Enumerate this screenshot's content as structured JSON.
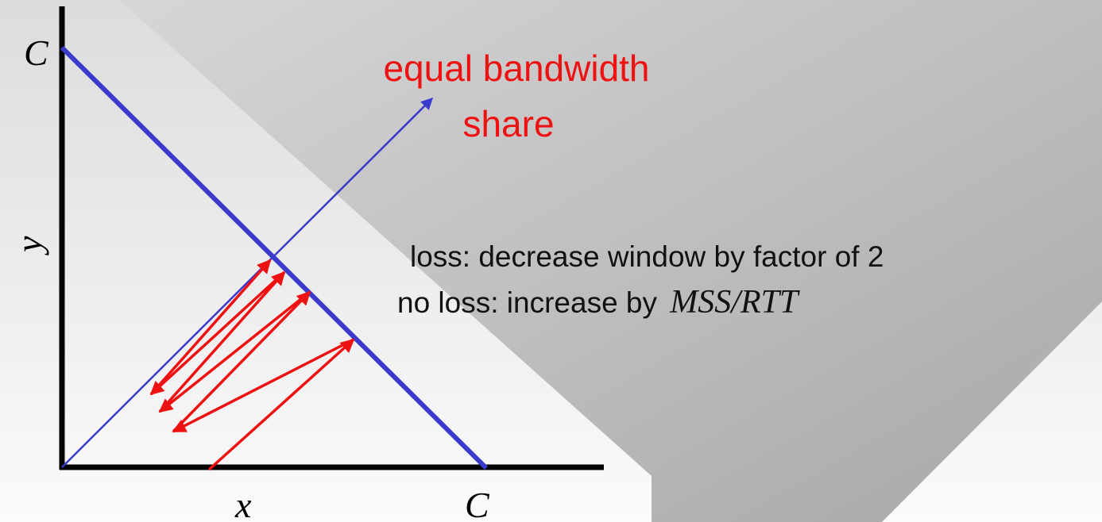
{
  "labels": {
    "c_top": "C",
    "c_bottom": "C",
    "x_axis": "x",
    "y_axis": "y",
    "equal_share_line1": "equal bandwidth",
    "equal_share_line2": "share",
    "loss_rule": "loss: decrease window by factor of 2",
    "no_loss_rule_prefix": "no loss: increase by ",
    "no_loss_rule_formula": "MSS/RTT"
  },
  "colors": {
    "capacity_line": "#3a3acc",
    "fairness_line": "#3a3acc",
    "trajectory": "#ee1111",
    "axes": "#000000",
    "text": "#111111",
    "background_light": "#f2f2f2",
    "background_dark": "#a8a8a8"
  }
}
